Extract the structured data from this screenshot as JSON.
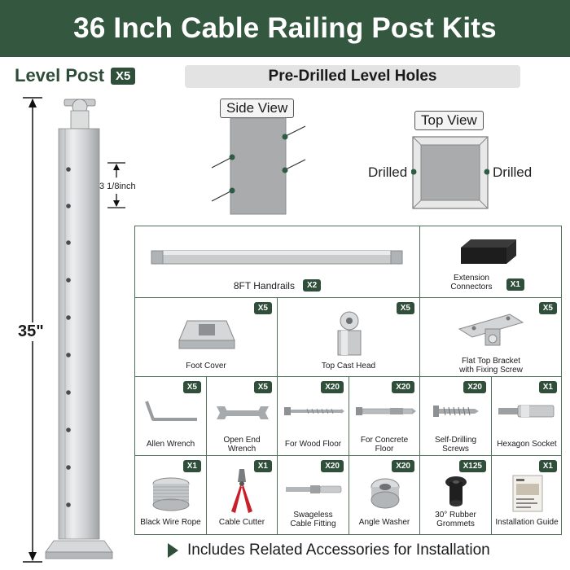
{
  "title": "36 Inch Cable Railing Post Kits",
  "level_post": {
    "label": "Level Post",
    "qty": "X5"
  },
  "post_height": "35\"",
  "hole_spacing": "3 1/8inch",
  "predrilled": {
    "heading": "Pre-Drilled Level Holes",
    "side_view_label": "Side View",
    "top_view_label": "Top View",
    "drilled_left": "Drilled",
    "drilled_right": "Drilled"
  },
  "kit": {
    "handrails": {
      "label": "8FT Handrails",
      "qty": "X2"
    },
    "extension": {
      "label_line1": "Extension",
      "label_line2": "Connectors",
      "qty": "X1"
    },
    "foot_cover": {
      "label": "Foot Cover",
      "qty": "X5"
    },
    "top_cast_head": {
      "label": "Top Cast Head",
      "qty": "X5"
    },
    "flat_top_bracket": {
      "label_line1": "Flat Top Bracket",
      "label_line2": "with Fixing Screw",
      "qty": "X5"
    },
    "allen_wrench": {
      "label": "Allen Wrench",
      "qty": "X5"
    },
    "open_end_wrench": {
      "label_line1": "Open End",
      "label_line2": "Wrench",
      "qty": "X5"
    },
    "wood_floor": {
      "label": "For Wood Floor",
      "qty": "X20"
    },
    "concrete_floor": {
      "label_line1": "For Concrete",
      "label_line2": "Floor",
      "qty": "X20"
    },
    "self_drilling": {
      "label_line1": "Self-Drilling",
      "label_line2": "Screws",
      "qty": "X20"
    },
    "hex_socket": {
      "label": "Hexagon Socket",
      "qty": "X1"
    },
    "wire_rope": {
      "label": "Black Wire Rope",
      "qty": "X1"
    },
    "cable_cutter": {
      "label": "Cable Cutter",
      "qty": "X1"
    },
    "swageless": {
      "label_line1": "Swageless",
      "label_line2": "Cable Fitting",
      "qty": "X20"
    },
    "angle_washer": {
      "label": "Angle Washer",
      "qty": "X20"
    },
    "grommets": {
      "label_line1": "30° Rubber",
      "label_line2": "Grommets",
      "qty": "X125"
    },
    "guide": {
      "label": "Installation Guide",
      "qty": "X1"
    }
  },
  "footer": "Includes Related Accessories for Installation",
  "colors": {
    "banner": "#34573f",
    "badge": "#2f4f3a",
    "grid_border": "#4f6f5b"
  }
}
